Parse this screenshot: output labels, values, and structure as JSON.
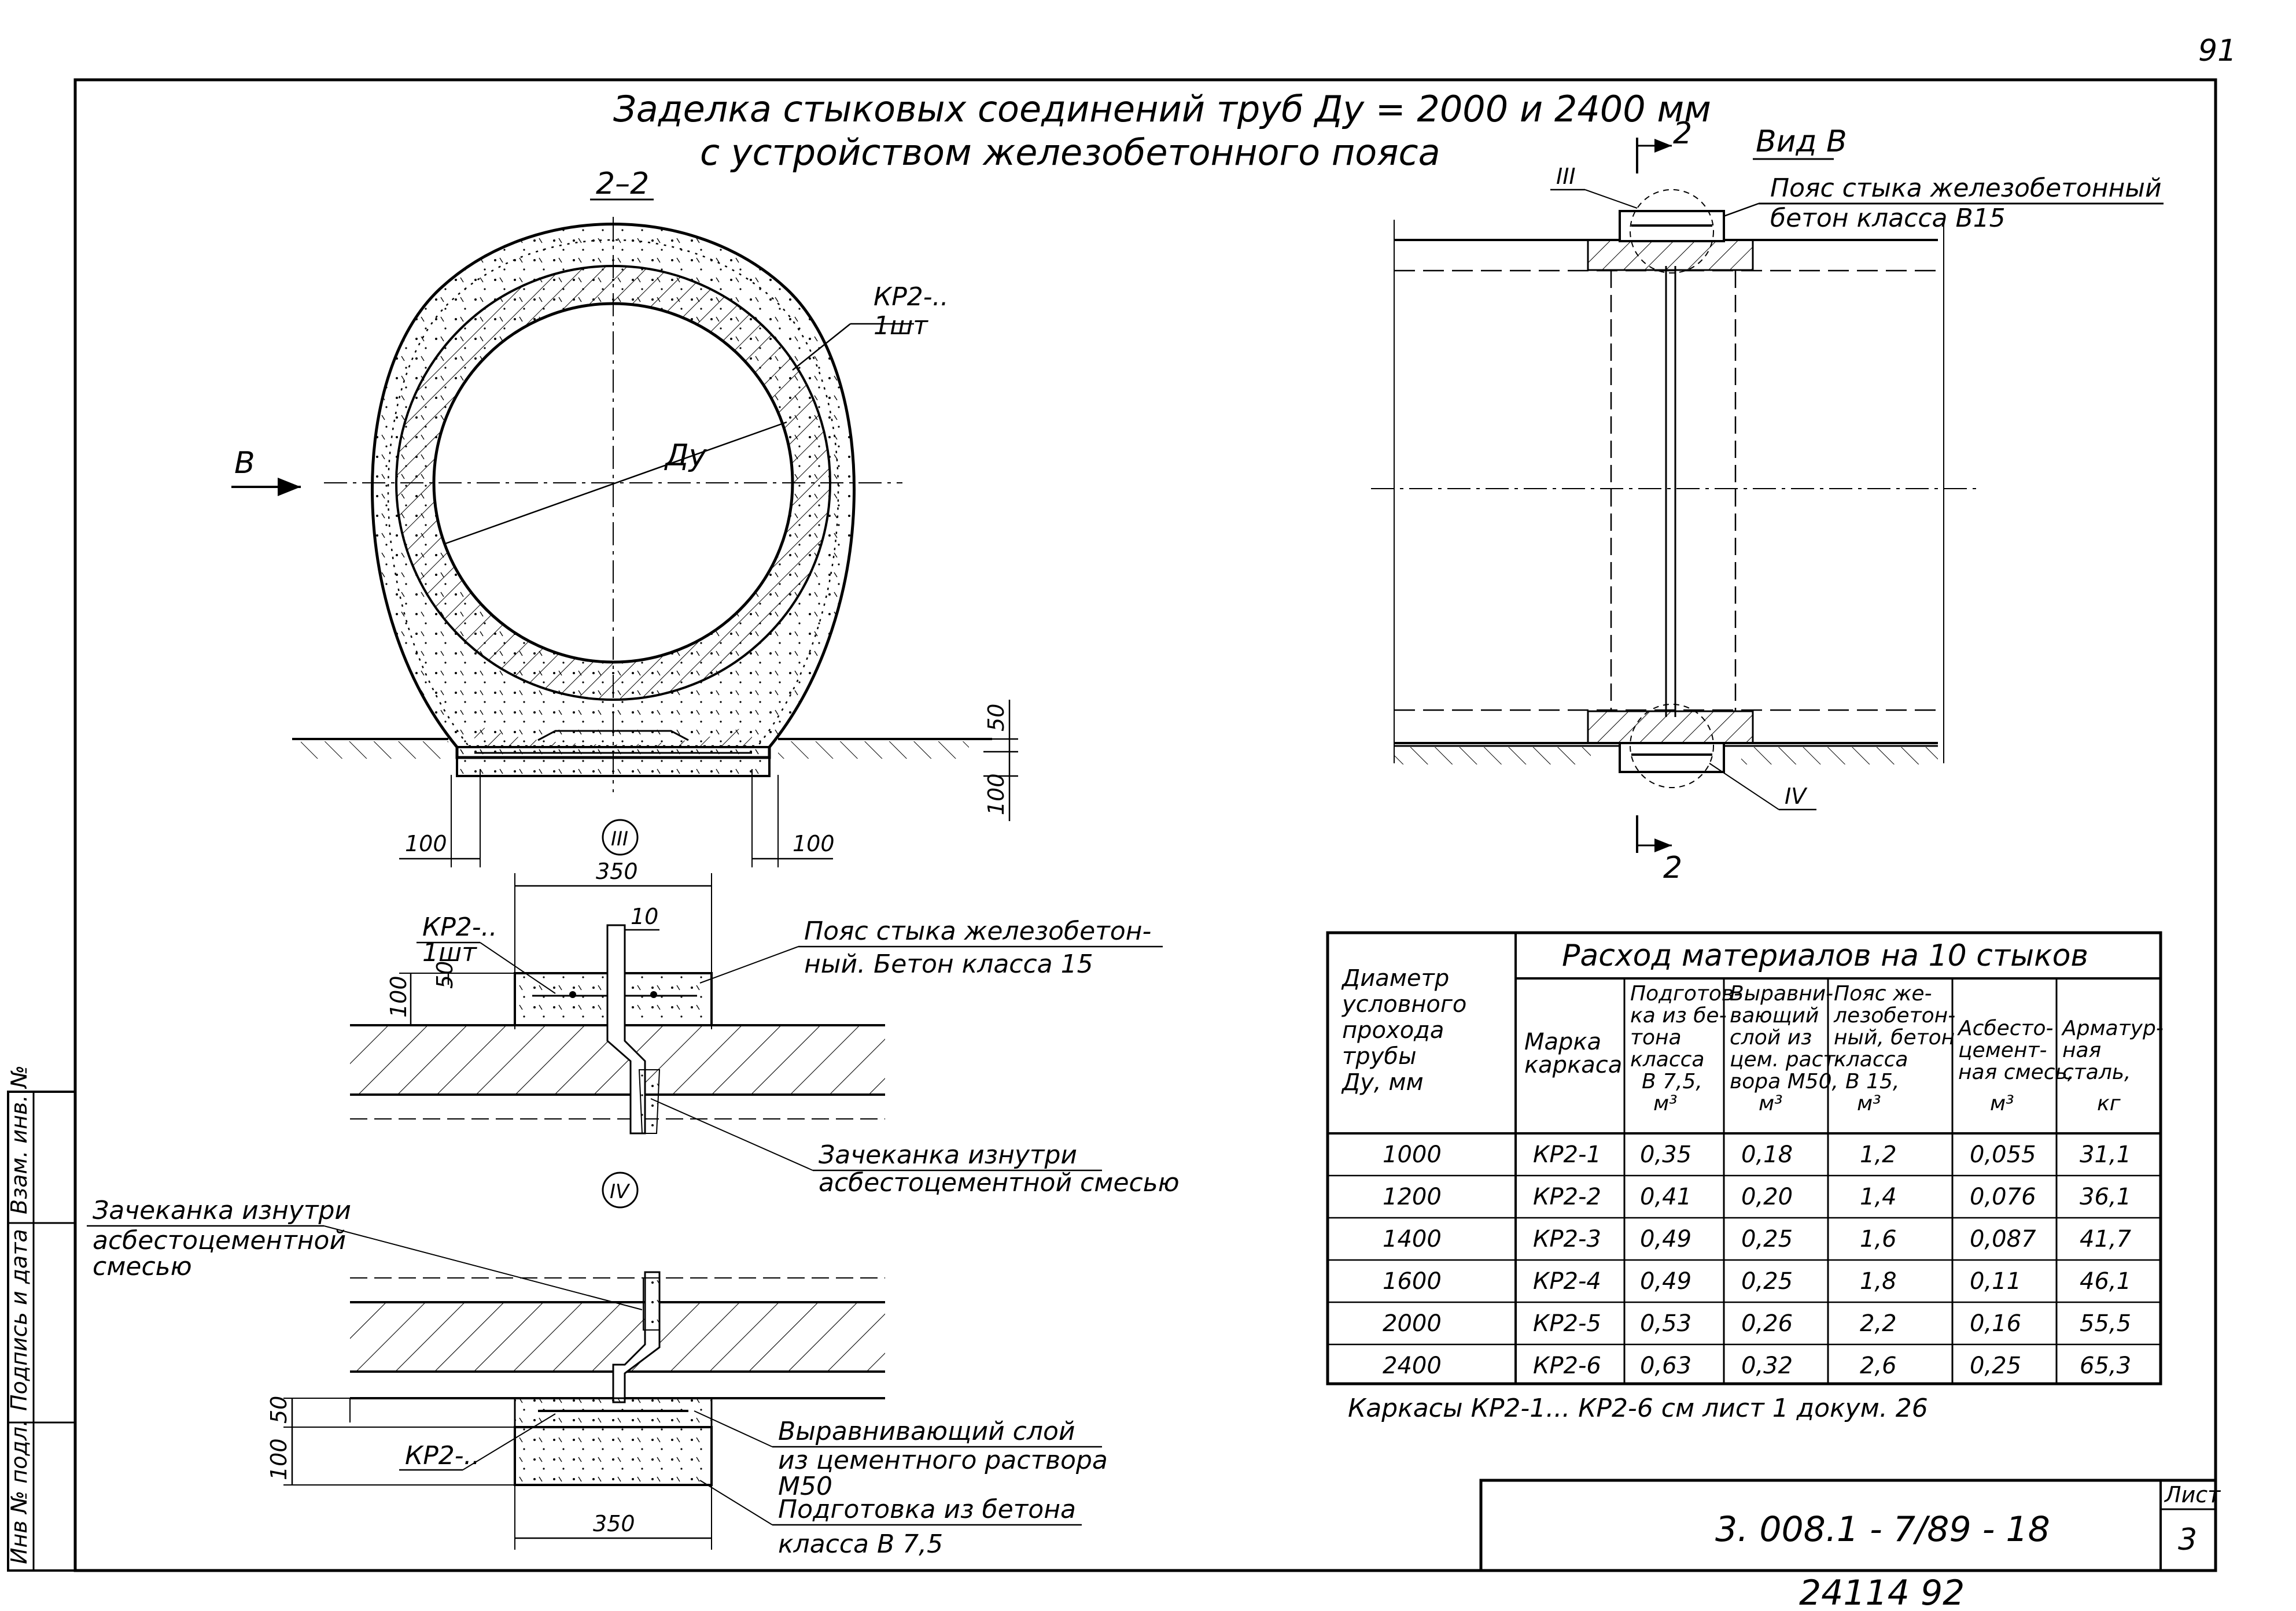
{
  "page_number": "91",
  "title_line1": "Заделка стыковых соединений труб Ду = 2000 и 2400 мм",
  "title_line2": "с устройством железобетонного пояса",
  "section_22": {
    "label": "2–2",
    "kr2_label": "КР2-..",
    "kr2_count": "1шт",
    "du_label": "Ду",
    "view_arrow_label": "В",
    "dim_50": "50",
    "dim_100_right": "100",
    "dim_100_left": "100",
    "dim_100_right_bottom": "100"
  },
  "view_b": {
    "title": "Вид В",
    "section_mark_top": "2",
    "section_mark_bottom": "2",
    "callout_top": "III",
    "callout_bottom": "IV",
    "belt_note_line1": "Пояс стыка железобетонный",
    "belt_note_line2": "бетон класса В15"
  },
  "detail_iii": {
    "marker": "III",
    "dim_350": "350",
    "dim_10": "10",
    "dim_50": "50",
    "dim_100": "100",
    "kr2_label": "КР2-..",
    "kr2_count": "1шт",
    "belt_note_line1": "Пояс стыка железобетон-",
    "belt_note_line2": "ный. Бетон класса 15",
    "caulk_line1": "Зачеканка изнутри",
    "caulk_line2": "асбестоцементной смесью"
  },
  "detail_iv": {
    "marker": "IV",
    "caulk_line1": "Зачеканка изнутри",
    "caulk_line2": "асбестоцементной",
    "caulk_line3": "смесью",
    "kr2_label": "КР2-..",
    "dim_50": "50",
    "dim_100": "100",
    "dim_350": "350",
    "leveling_line1": "Выравнивающий слой",
    "leveling_line2": "из цементного раствора",
    "leveling_line3": "М50",
    "prep_line1": "Подготовка из бетона",
    "prep_line2": "класса В 7,5"
  },
  "table": {
    "group_header": "Расход материалов на 10 стыков",
    "col_diameter": [
      "Диаметр",
      "условного",
      "прохода",
      "трубы",
      "Ду, мм"
    ],
    "col_mark": [
      "Марка",
      "каркаса"
    ],
    "col_prep": [
      "Подготов-",
      "ка из бе-",
      "тона",
      "класса",
      "В 7,5,",
      "м³"
    ],
    "col_level": [
      "Выравни-",
      "вающий",
      "слой из",
      "цем. раст-",
      "вора М50,",
      "м³"
    ],
    "col_belt": [
      "Пояс же-",
      "лезобетон-",
      "ный, бетон",
      "класса",
      "В 15,",
      "м³"
    ],
    "col_asb": [
      "Асбесто-",
      "цемент-",
      "ная смесь,",
      "м³"
    ],
    "col_steel": [
      "Арматур-",
      "ная",
      "сталь,",
      "кг"
    ],
    "rows": [
      [
        "1000",
        "КР2-1",
        "0,35",
        "0,18",
        "1,2",
        "0,055",
        "31,1"
      ],
      [
        "1200",
        "КР2-2",
        "0,41",
        "0,20",
        "1,4",
        "0,076",
        "36,1"
      ],
      [
        "1400",
        "КР2-3",
        "0,49",
        "0,25",
        "1,6",
        "0,087",
        "41,7"
      ],
      [
        "1600",
        "КР2-4",
        "0,49",
        "0,25",
        "1,8",
        "0,11",
        "46,1"
      ],
      [
        "2000",
        "КР2-5",
        "0,53",
        "0,26",
        "2,2",
        "0,16",
        "55,5"
      ],
      [
        "2400",
        "КР2-6",
        "0,63",
        "0,32",
        "2,6",
        "0,25",
        "65,3"
      ]
    ],
    "footnote": "Каркасы КР2-1... КР2-6 см лист 1 докум. 26"
  },
  "stamp": {
    "doc_code": "3. 008.1 - 7/89 - 18",
    "sheet_label": "Лист",
    "sheet_number": "3",
    "archive_number": "24114   92"
  },
  "side_stamp": {
    "inv_orig": "Инв № подл.",
    "sign_date": "Подпись и дата",
    "inv_replace": "Взам. инв. №"
  }
}
